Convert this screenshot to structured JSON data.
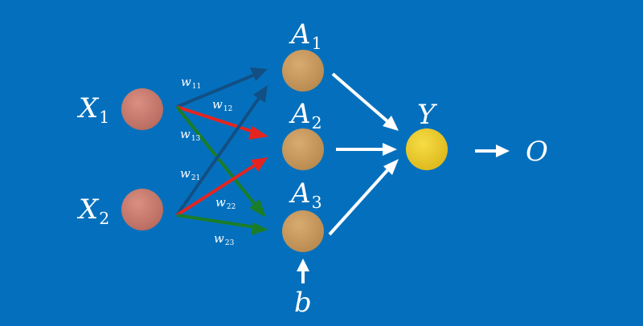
{
  "colors": {
    "background": "#0470bd",
    "input_node": "#c97a6d",
    "hidden_node": "#c99a5e",
    "output_node": "#f0d02c",
    "edge_navy": "#124f84",
    "edge_red": "#e52420",
    "edge_green": "#1a7d28",
    "arrow_white": "#ffffff"
  },
  "nodes": {
    "x1": {
      "base": "X",
      "sub": "1"
    },
    "x2": {
      "base": "X",
      "sub": "2"
    },
    "a1": {
      "base": "A",
      "sub": "1"
    },
    "a2": {
      "base": "A",
      "sub": "2"
    },
    "a3": {
      "base": "A",
      "sub": "3"
    },
    "y": {
      "base": "Y"
    },
    "o": {
      "base": "O"
    },
    "b": {
      "base": "b"
    }
  },
  "weights": {
    "w11": {
      "base": "w",
      "sub": "11"
    },
    "w12": {
      "base": "w",
      "sub": "12"
    },
    "w13": {
      "base": "w",
      "sub": "13"
    },
    "w21": {
      "base": "w",
      "sub": "21"
    },
    "w22": {
      "base": "w",
      "sub": "22"
    },
    "w23": {
      "base": "w",
      "sub": "23"
    }
  }
}
